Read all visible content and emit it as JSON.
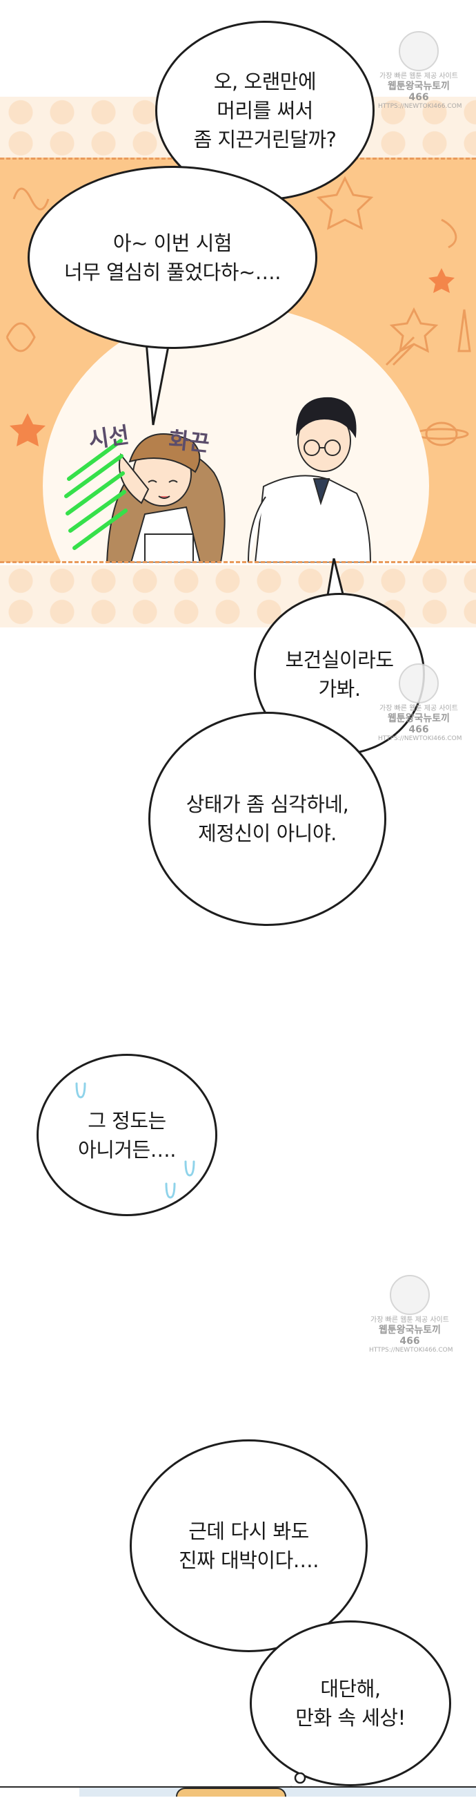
{
  "panel_top": {
    "sfx_left": "시선",
    "sfx_right": "화끈"
  },
  "bubbles": [
    {
      "text": "오, 오랜만에\n머리를 써서\n좀 지끈거린달까?"
    },
    {
      "text": "아~ 이번 시험\n너무 열심히 풀었다하~…."
    },
    {
      "text": "보건실이라도\n가봐."
    },
    {
      "text": "상태가 좀 심각하네,\n제정신이 아니야."
    },
    {
      "text": "그 정도는\n아니거든…."
    },
    {
      "text": "근데 다시 봐도\n진짜 대박이다…."
    },
    {
      "text": "대단해,\n만화 속 세상!"
    }
  ],
  "watermark": {
    "line1": "가장 빠른 웹툰 제공 사이트",
    "line2": "웹툰왕국뉴토끼466",
    "line3": "HTTPS://NEWTOKI466.COM"
  },
  "colors": {
    "panel_orange": "#fcc78a",
    "dot_band": "#fdf1e3",
    "dash_border": "#e99a5b",
    "sweat_drop": "#8fd3ea",
    "sfx_lines": "#36e04a"
  }
}
